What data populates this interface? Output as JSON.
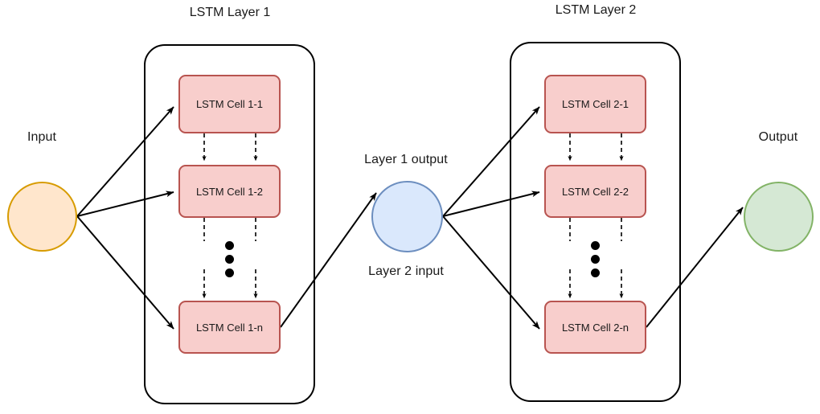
{
  "diagram": {
    "title_nodes": {
      "input_label": "Input",
      "mid_top_label": "Layer 1 output",
      "mid_bottom_label": "Layer 2 input",
      "output_label": "Output"
    },
    "layers": [
      {
        "title": "LSTM Layer 1",
        "cells": [
          {
            "label": "LSTM Cell 1-1"
          },
          {
            "label": "LSTM Cell 1-2"
          },
          {
            "label": "LSTM Cell 1-n"
          }
        ]
      },
      {
        "title": "LSTM Layer 2",
        "cells": [
          {
            "label": "LSTM Cell 2-1"
          },
          {
            "label": "LSTM Cell 2-2"
          },
          {
            "label": "LSTM Cell 2-n"
          }
        ]
      }
    ],
    "colors": {
      "input_fill": "#ffe6cc",
      "input_stroke": "#d79b00",
      "mid_fill": "#dae8fc",
      "mid_stroke": "#6c8ebf",
      "output_fill": "#d5e8d4",
      "output_stroke": "#82b366",
      "cell_fill": "#f8cecc",
      "cell_stroke": "#b85450",
      "container_stroke": "#000000",
      "edge_stroke": "#000000",
      "background": "#ffffff"
    },
    "ellipsis": "⋮"
  }
}
